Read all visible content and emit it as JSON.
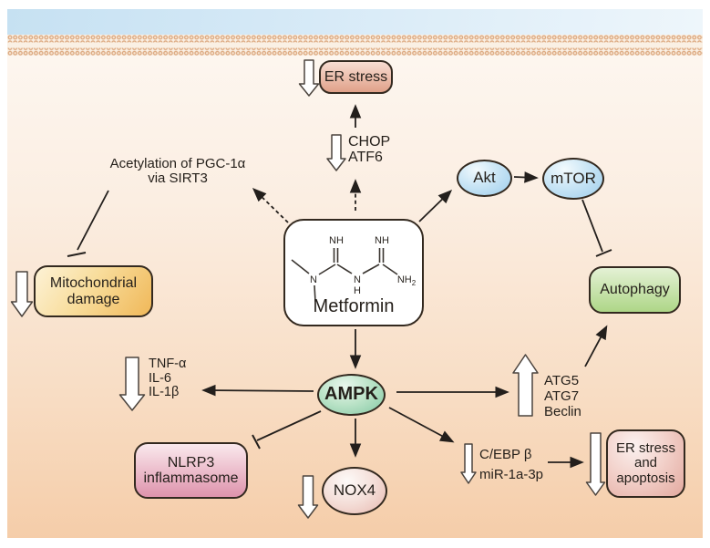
{
  "nodes": {
    "er_stress": {
      "label": "ER stress"
    },
    "chop_atf6": {
      "lines": [
        "CHOP",
        "ATF6"
      ]
    },
    "acetylation": {
      "lines": [
        "Acetylation of PGC-1α",
        "via SIRT3"
      ]
    },
    "metformin": {
      "label": "Metformin"
    },
    "akt": {
      "label": "Akt"
    },
    "mtor": {
      "label": "mTOR"
    },
    "autophagy": {
      "label": "Autophagy"
    },
    "mitochondrial_damage": {
      "lines": [
        "Mitochondrial",
        "damage"
      ]
    },
    "ampk": {
      "label": "AMPK"
    },
    "cytokines": {
      "lines": [
        "TNF-α",
        "IL-6",
        "IL-1β"
      ]
    },
    "nlrp3": {
      "lines": [
        "NLRP3",
        "inflammasome"
      ]
    },
    "nox4": {
      "label": "NOX4"
    },
    "autophagy_genes": {
      "lines": [
        "ATG5",
        "ATG7",
        "Beclin"
      ]
    },
    "cebp_mir": {
      "lines": [
        "C/EBP β",
        "miR-1a-3p"
      ]
    },
    "er_apoptosis": {
      "lines": [
        "ER stress",
        "and",
        "apoptosis"
      ]
    }
  },
  "chem": {
    "nh": "NH",
    "n": "N",
    "h": "H",
    "nh2_base": "NH",
    "nh2_sub": "2"
  },
  "colors": {
    "sky_band": "#c6e1f2",
    "membrane_bead": "#dca87f",
    "background_top": "#fdf6ef",
    "background_bottom": "#f5cda9",
    "node_border": "#33291f",
    "er_stress_fill": "#e0a189",
    "kinase_blue_fill": "#9fceec",
    "autophagy_green_fill": "#aed687",
    "mitochondrial_gold_fill": "#f0b859",
    "ampk_mint_fill": "#83c8a3",
    "nlrp3_rose_fill": "#de93ac",
    "nox4_pink_fill": "#e8b8af",
    "er_apoptosis_pink_fill": "#e3a99f",
    "arrow_line": "#231f1c",
    "block_arrow_fill": "#ffffff"
  }
}
